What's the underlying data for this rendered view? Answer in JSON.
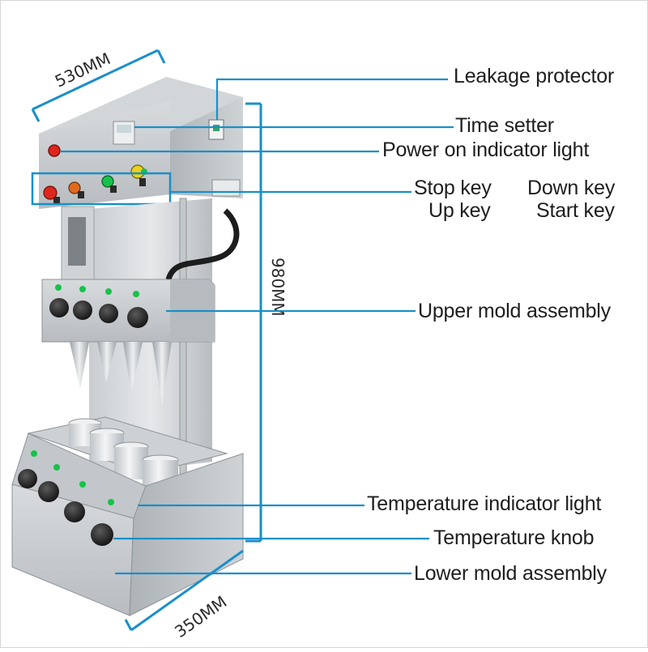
{
  "labels": {
    "leakage_protector": "Leakage protector",
    "time_setter": "Time setter",
    "power_on_indicator_light": "Power on indicator light",
    "stop_key": "Stop key",
    "down_key": "Down key",
    "up_key": "Up key",
    "start_key": "Start key",
    "upper_mold_assembly": "Upper mold assembly",
    "temperature_indicator_light": "Temperature indicator light",
    "temperature_knob": "Temperature knob",
    "lower_mold_assembly": "Lower mold assembly"
  },
  "dimensions": {
    "width": "530MM",
    "height": "980MM",
    "depth": "350MM"
  },
  "colors": {
    "callout_line": "#1a8fc9",
    "steel_light": "#d9dde0",
    "steel_mid": "#b7bcc0",
    "steel_dark": "#8f959a",
    "indicator_green": "#17c24a",
    "indicator_red": "#e0261c"
  }
}
